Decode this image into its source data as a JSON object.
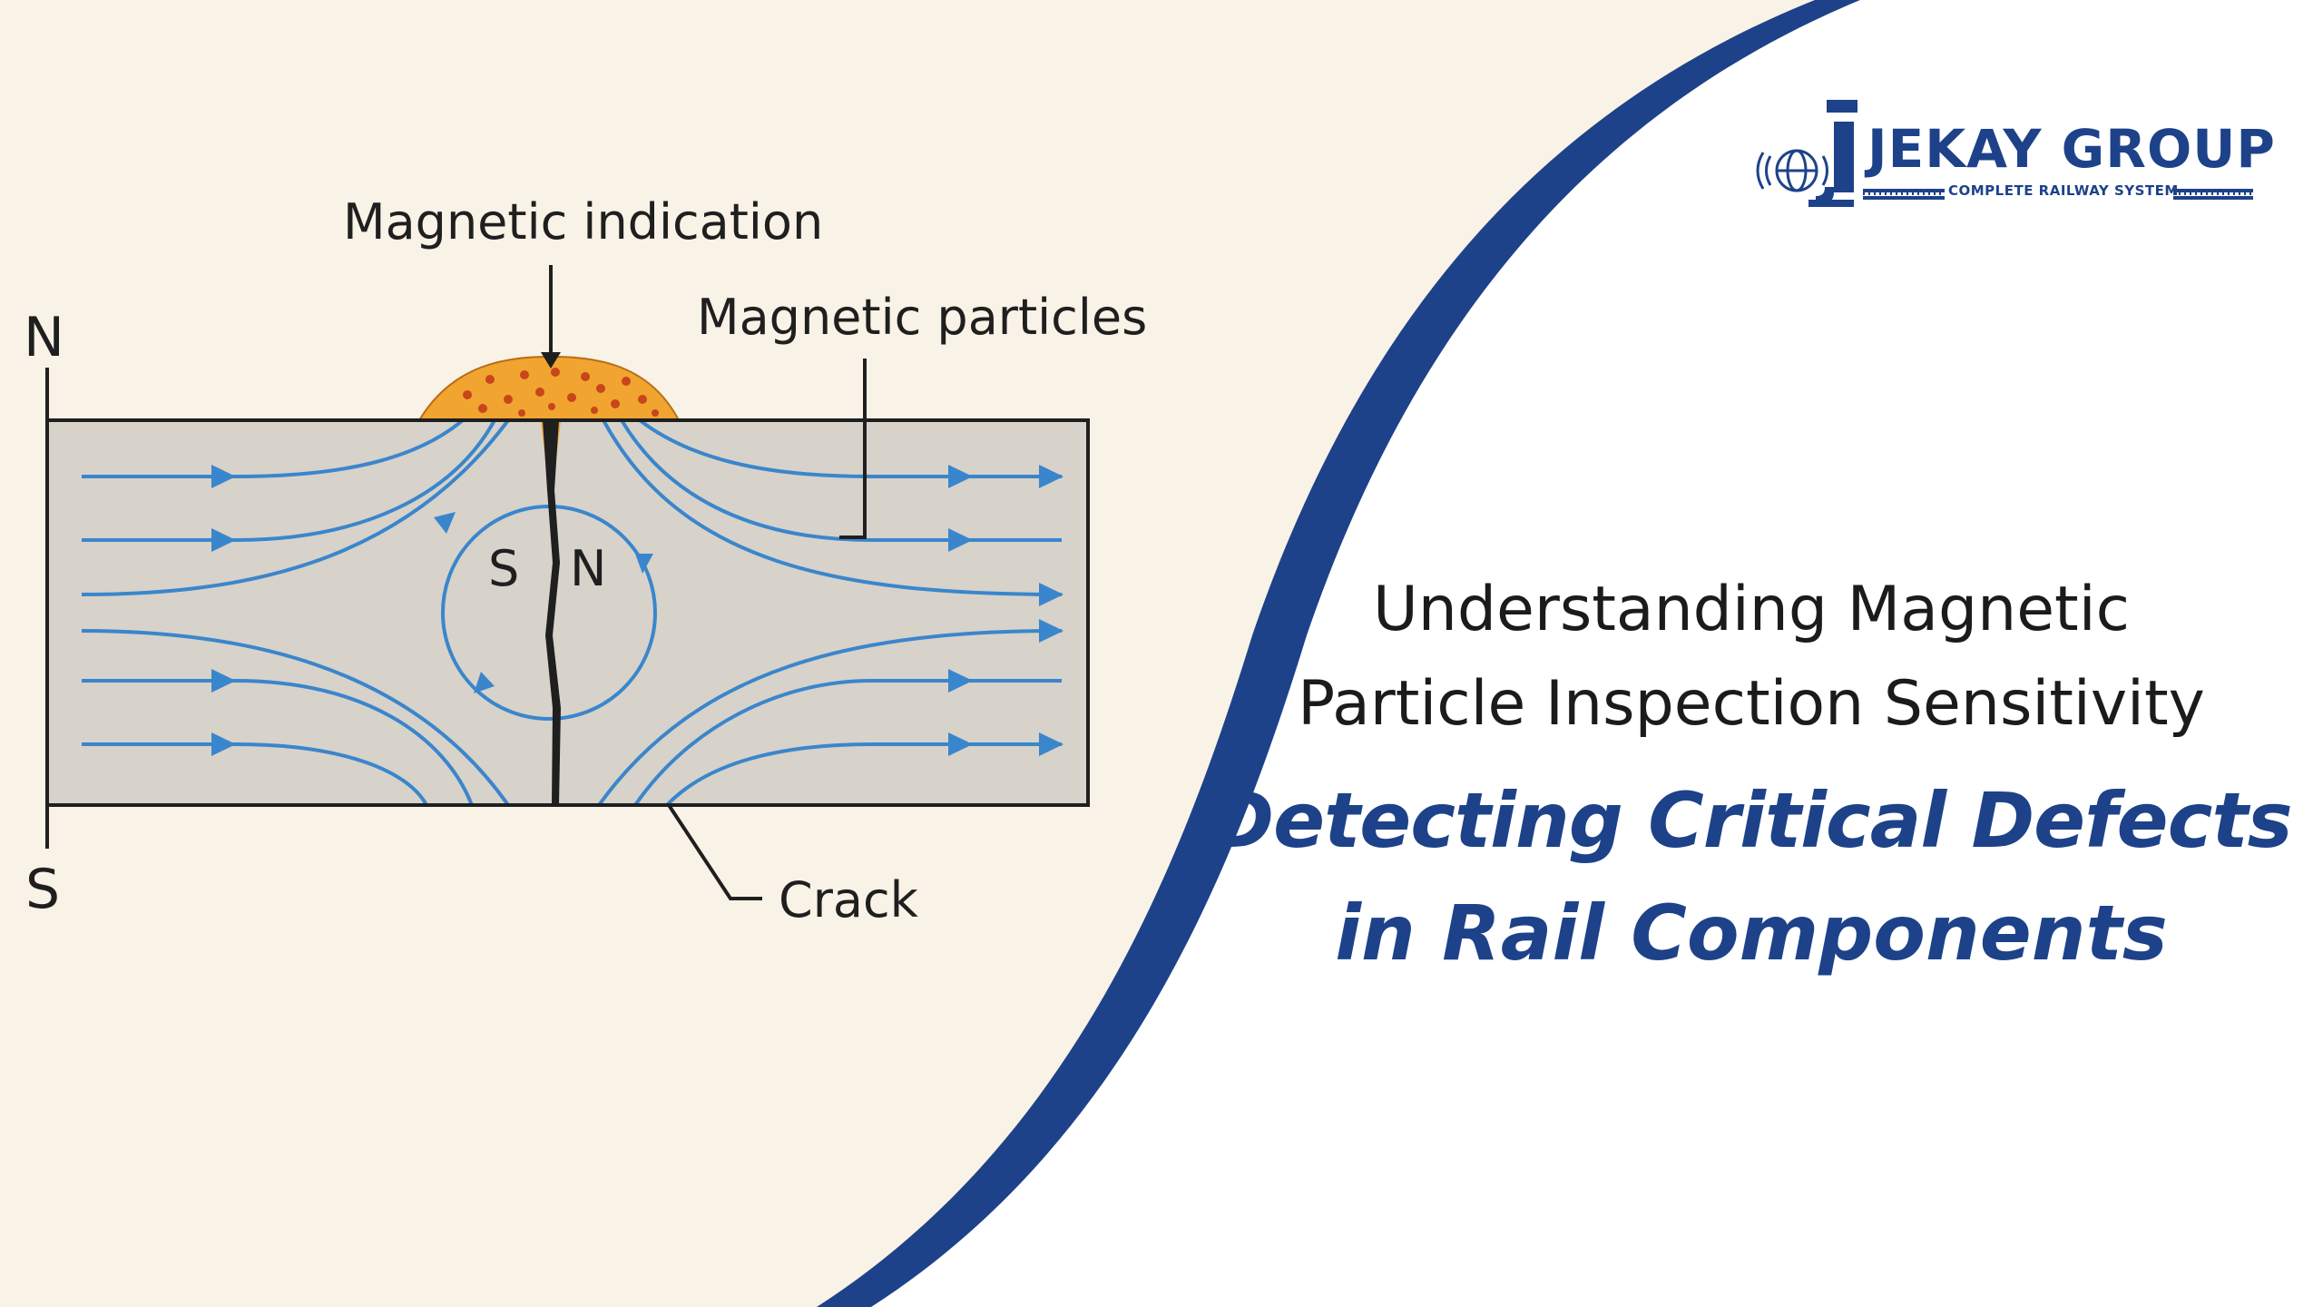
{
  "diagram": {
    "labels": {
      "magnetic_indication": "Magnetic indication",
      "magnetic_particles": "Magnetic particles",
      "crack": "Crack",
      "pole_north": "N",
      "pole_south": "S",
      "local_south": "S",
      "local_north": "N"
    }
  },
  "logo": {
    "name": "JEKAY GROUP",
    "tagline": "COMPLETE RAILWAY SYSTEM"
  },
  "title": {
    "line1": "Understanding Magnetic",
    "line2": "Particle Inspection Sensitivity",
    "headline1": "Detecting Critical Defects",
    "headline2": "in Rail Components"
  },
  "colors": {
    "background_cream": "#f9f2e6",
    "swoosh_blue": "#1d4289",
    "field_line_blue": "#3a86cc",
    "specimen_gray": "#d7d2ca",
    "particles_orange": "#f1a430",
    "particle_dots": "#c8461b",
    "text_dark": "#1b1b1b"
  }
}
